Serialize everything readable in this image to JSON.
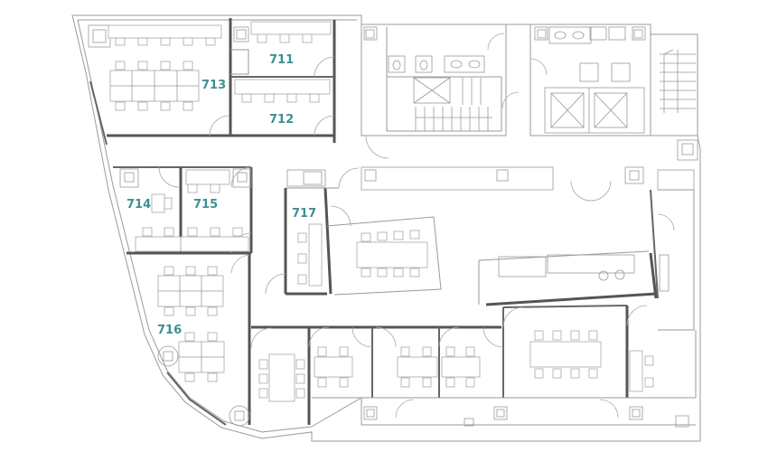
{
  "rooms": [
    {
      "id": "713",
      "label": "713"
    },
    {
      "id": "711",
      "label": "711"
    },
    {
      "id": "712",
      "label": "712"
    },
    {
      "id": "714",
      "label": "714"
    },
    {
      "id": "715",
      "label": "715"
    },
    {
      "id": "717",
      "label": "717"
    },
    {
      "id": "716",
      "label": "716"
    }
  ],
  "colors": {
    "label": "#3d8f93",
    "wall": "#9a9a9a",
    "thick_wall": "#555555"
  }
}
